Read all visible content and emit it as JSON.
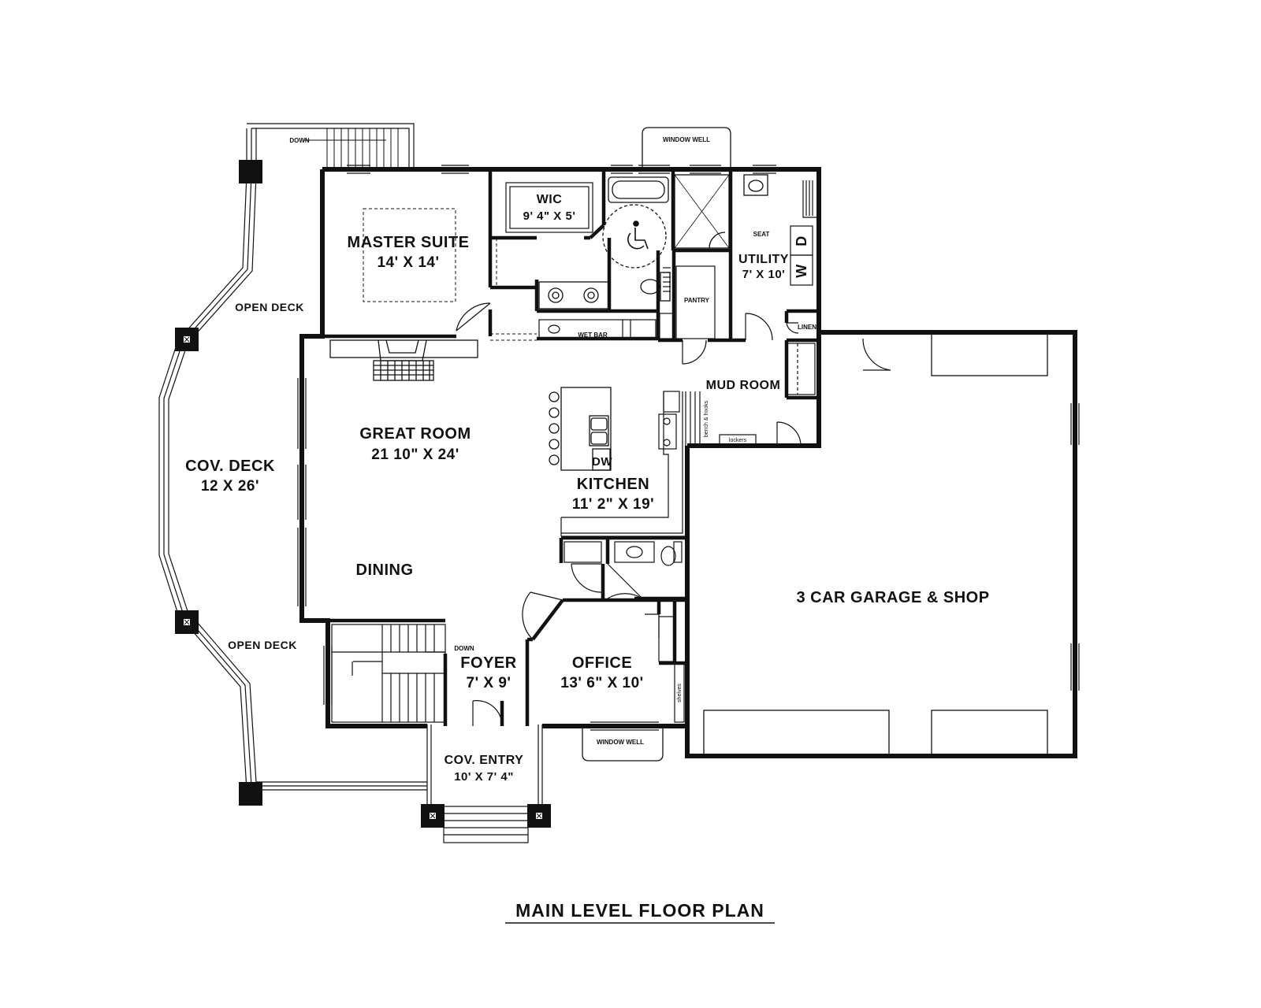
{
  "title": "MAIN LEVEL FLOOR PLAN",
  "rooms": {
    "master_suite": {
      "name": "MASTER SUITE",
      "dims": "14' X 14'"
    },
    "wic": {
      "name": "WIC",
      "dims": "9' 4\" X 5'"
    },
    "utility": {
      "name": "UTILITY",
      "dims": "7' X 10'"
    },
    "great_room": {
      "name": "GREAT ROOM",
      "dims": "21 10\" X 24'"
    },
    "kitchen": {
      "name": "KITCHEN",
      "dims": "11' 2\" X 19'"
    },
    "dining": {
      "name": "DINING"
    },
    "mud_room": {
      "name": "MUD ROOM"
    },
    "garage": {
      "name": "3 CAR GARAGE & SHOP"
    },
    "foyer": {
      "name": "FOYER",
      "dims": "7' X 9'"
    },
    "office": {
      "name": "OFFICE",
      "dims": "13' 6\" X 10'"
    },
    "cov_deck": {
      "name": "COV. DECK",
      "dims": "12 X 26'"
    },
    "cov_entry": {
      "name": "COV. ENTRY",
      "dims": "10' X 7' 4\""
    },
    "open_deck_top": {
      "name": "OPEN DECK"
    },
    "open_deck_bottom": {
      "name": "OPEN DECK"
    }
  },
  "fixtures": {
    "window_well_top": "WINDOW WELL",
    "window_well_bottom": "WINDOW WELL",
    "wet_bar": "WET BAR",
    "pantry": "PANTRY",
    "linen": "LINEN",
    "seat": "SEAT",
    "washer": "W",
    "dryer": "D",
    "dishwasher": "DW",
    "down_top": "DOWN",
    "down_stairs": "DOWN",
    "bench_hooks": "bench & hooks",
    "lockers": "lockers",
    "shelves": "shelves"
  },
  "colors": {
    "line": "#111111",
    "background": "#ffffff"
  }
}
